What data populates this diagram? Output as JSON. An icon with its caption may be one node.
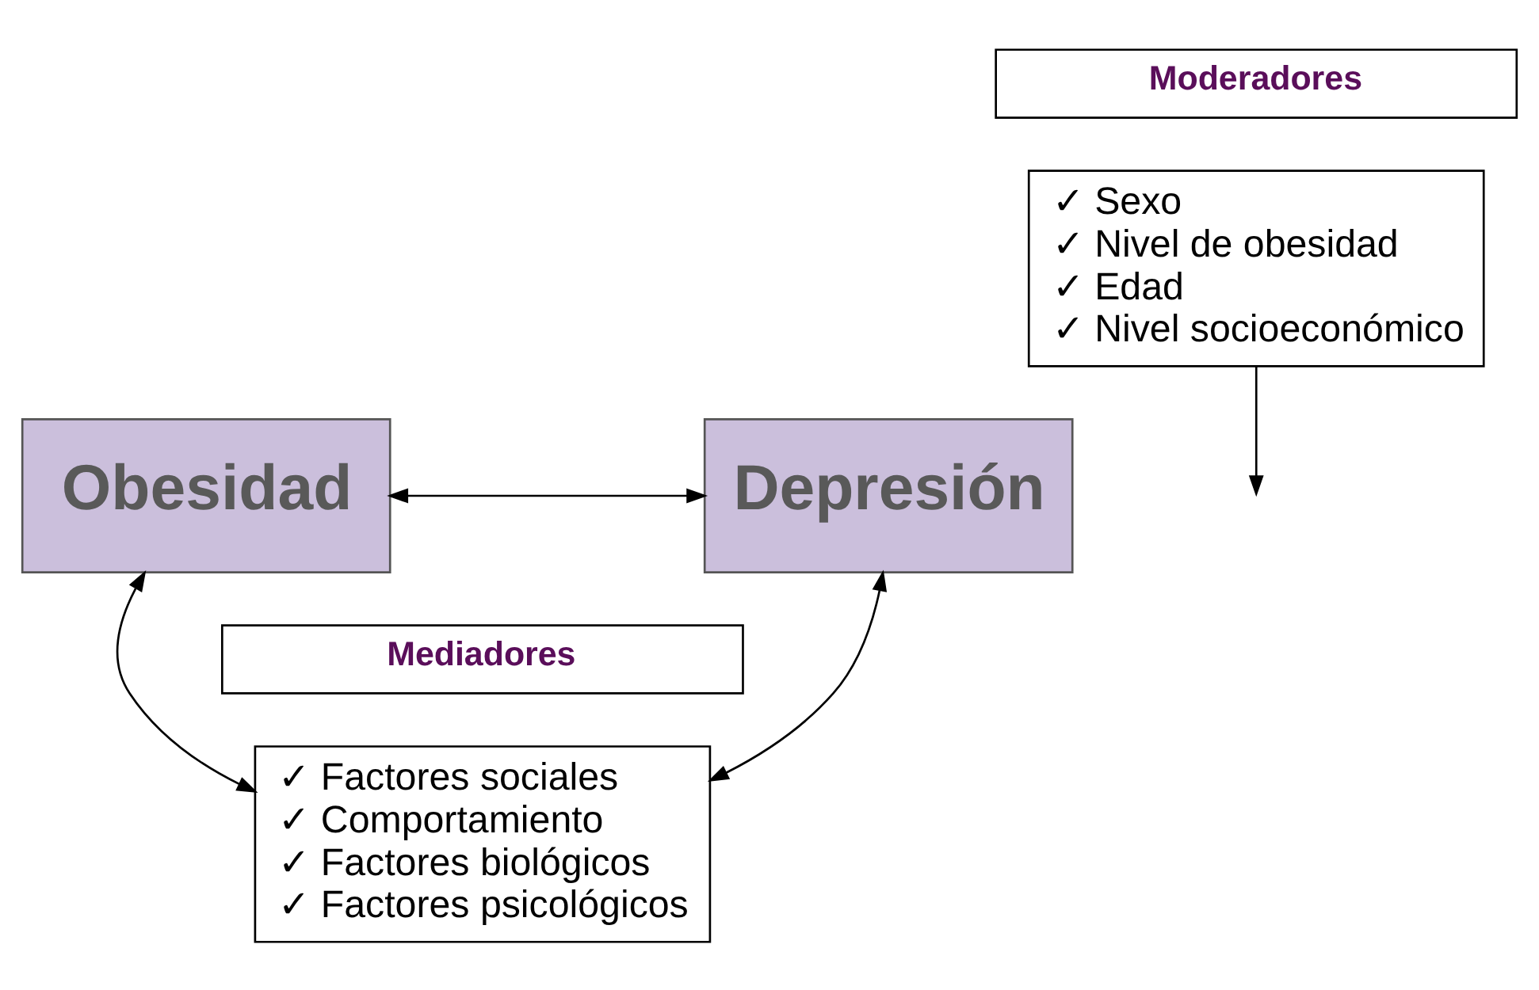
{
  "diagram": {
    "nodes": [
      {
        "text": [
          "Moderadores"
        ]
      },
      {
        "text": [
          "✓ Sexo",
          "✓ Nivel de obesidad",
          "✓ Edad",
          "✓ Nivel socioeconómico"
        ]
      },
      {
        "text": [
          "Obesidad"
        ]
      },
      {
        "text": [
          "Depresión"
        ]
      },
      {
        "text": [
          "Mediadores"
        ]
      },
      {
        "text": [
          "✓ Factores sociales",
          "✓ Comportamiento",
          "✓ Factores biológicos",
          "✓ Factores psicológicos"
        ]
      }
    ],
    "edges": [
      {
        "from": 1,
        "to": null,
        "arrow": "to"
      },
      {
        "from": 2,
        "to": 3,
        "arrow": "both"
      },
      {
        "from": 2,
        "to": 5,
        "arrow": "both"
      },
      {
        "from": 5,
        "to": 3,
        "arrow": "both"
      }
    ]
  }
}
